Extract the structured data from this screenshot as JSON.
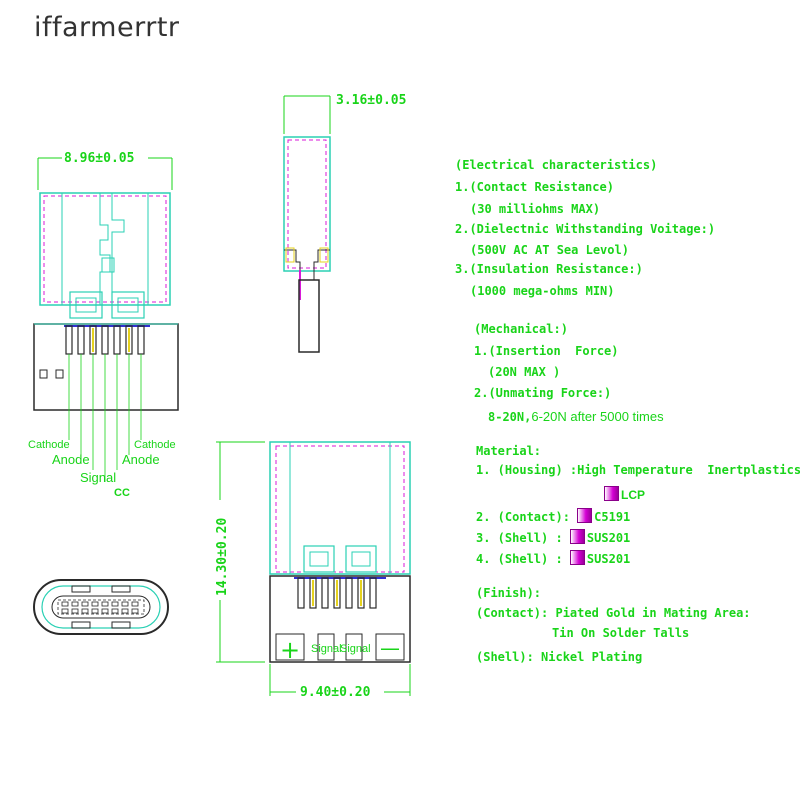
{
  "brand": "iffarmerrtr",
  "colors": {
    "outline": "#2a2a2a",
    "dim": "#19d419",
    "cyan": "#2ad0b4",
    "magenta": "#d81ad8",
    "yellow": "#e6d21e"
  },
  "drawing": {
    "front_width": "8.96±0.05",
    "side_thickness": "3.16±0.05",
    "bottom_height": "14.30±0.20",
    "bottom_width": "9.40±0.20",
    "pins": {
      "cathode_left": "Cathode",
      "anode_left": "Anode",
      "signal": "Signal",
      "cc": "CC",
      "anode_right": "Anode",
      "cathode_right": "Cathode"
    },
    "bottom_labels": {
      "plus": "+",
      "signal_1": "Signal",
      "signal_2": "Signal",
      "minus": "—"
    }
  },
  "specs": {
    "electrical_title": "(Electrical characteristics)",
    "e1": "1.(Contact Resistance)",
    "e1_val": "(30 milliohms MAX)",
    "e2": "2.(Dielectnic Withstanding Voitage:)",
    "e2_val": "(500V AC AT Sea Levol)",
    "e3": "3.(Insulation Resistance:)",
    "e3_val": "(1000 mega-ohms MIN)",
    "mech_title": "(Mechanical:)",
    "m1": "1.(Insertion  Force)",
    "m1_val": "(20N MAX )",
    "m2": "2.(Unmating Force:)",
    "m2_val_a": "8-20N,",
    "m2_val_b": "6-20N after 5000 times",
    "mat_title": "Material:",
    "mat1": "1. (Housing) :High Temperature  Inertplastics,",
    "mat1_val": "LCP",
    "mat2": "2. (Contact): ",
    "mat2_val": "C5191",
    "mat3": "3. (Shell) : ",
    "mat3_val": "SUS201",
    "mat4": "4. (Shell) : ",
    "mat4_val": "SUS201",
    "finish_title": "(Finish):",
    "f1": "(Contact): Piated Gold in Mating Area:",
    "f1_b": "Tin On Solder Talls",
    "f2": "(Shell): Nickel Plating"
  }
}
